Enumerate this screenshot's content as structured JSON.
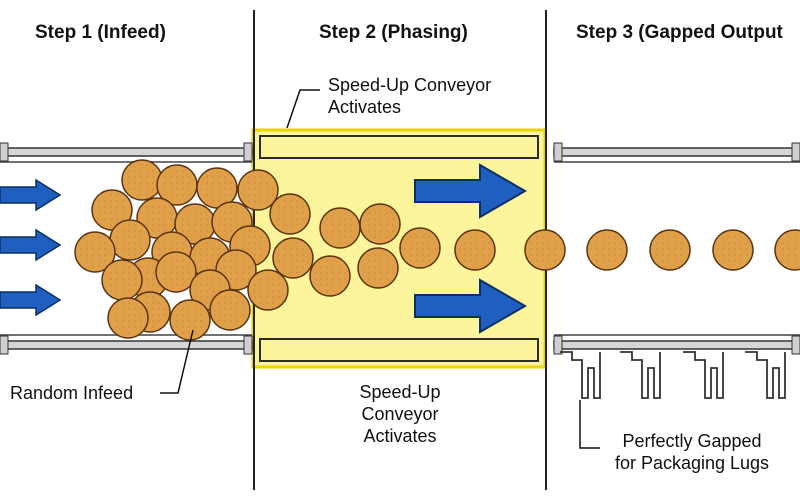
{
  "steps": [
    {
      "title": "Step 1 (Infeed)"
    },
    {
      "title": "Step 2 (Phasing)"
    },
    {
      "title": "Step 3 (Gapped Output"
    }
  ],
  "callouts": {
    "speedup_top": [
      "Speed-Up Conveyor",
      "Activates"
    ],
    "speedup_bottom": [
      "Speed-Up",
      "Conveyor",
      "Activates"
    ],
    "random_infeed": "Random Infeed",
    "perfectly_gapped": [
      "Perfectly Gapped",
      "for Packaging Lugs"
    ]
  },
  "icons": {
    "flow_arrow": "arrow-right-icon",
    "product": "cookie-icon",
    "lug": "packaging-lug-icon"
  },
  "colors": {
    "arrow": "#1f5fbf",
    "cookie": "#e0a04a",
    "cookie_edge": "#5a3410",
    "speedup_zone": "#fdf59b",
    "speedup_edge": "#e9d300",
    "divider": "#222222",
    "rail": "#b9b9b9"
  }
}
